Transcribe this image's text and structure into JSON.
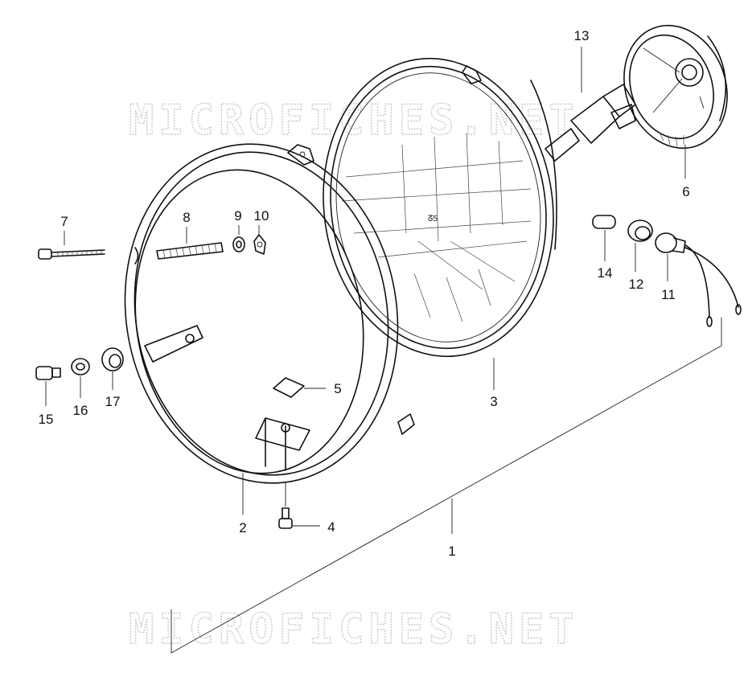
{
  "watermark": "MICROFICHES.NET",
  "callouts": [
    "1",
    "2",
    "3",
    "4",
    "5",
    "6",
    "7",
    "8",
    "9",
    "10",
    "11",
    "12",
    "13",
    "14",
    "15",
    "16",
    "17"
  ]
}
